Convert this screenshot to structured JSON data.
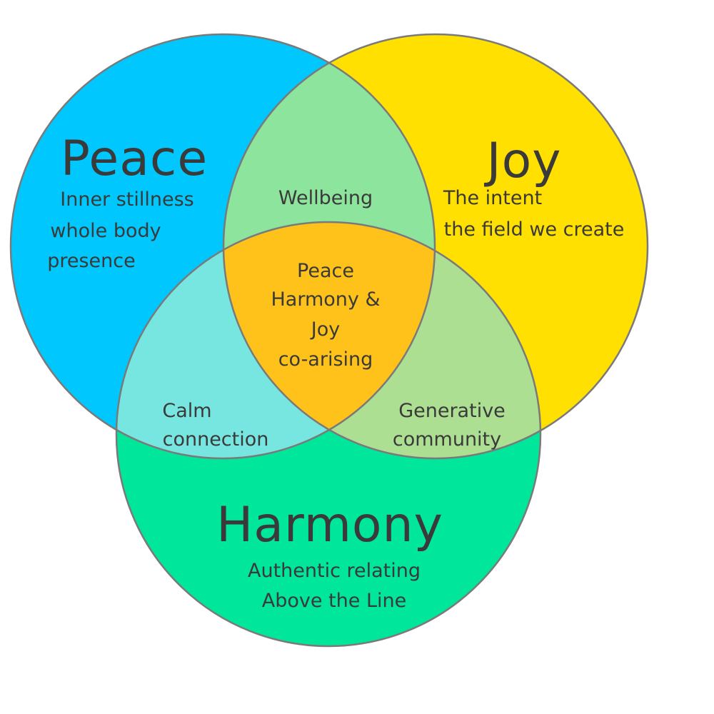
{
  "colors": {
    "peace": "#00c8ff",
    "joy": "#ffe000",
    "harmony": "#00e69a",
    "peace_joy": "#8de49c",
    "peace_harmony": "#78e6e0",
    "joy_harmony": "#addf92",
    "center": "#ffc21a",
    "outline": "#7a7a7a",
    "text": "#3a3a3a"
  },
  "peace": {
    "title": "Peace",
    "lines": [
      "Inner stillness",
      "whole body",
      "presence"
    ]
  },
  "joy": {
    "title": "Joy",
    "lines": [
      "The intent",
      "the field we create"
    ]
  },
  "harmony": {
    "title": "Harmony",
    "lines": [
      "Authentic relating",
      "Above the Line"
    ]
  },
  "peace_joy": {
    "lines": [
      "Wellbeing"
    ]
  },
  "peace_harmony": {
    "lines": [
      "Calm",
      "connection"
    ]
  },
  "joy_harmony": {
    "lines": [
      "Generative",
      "community"
    ]
  },
  "center": {
    "lines": [
      "Peace",
      "Harmony &",
      "Joy",
      "co-arising"
    ]
  }
}
